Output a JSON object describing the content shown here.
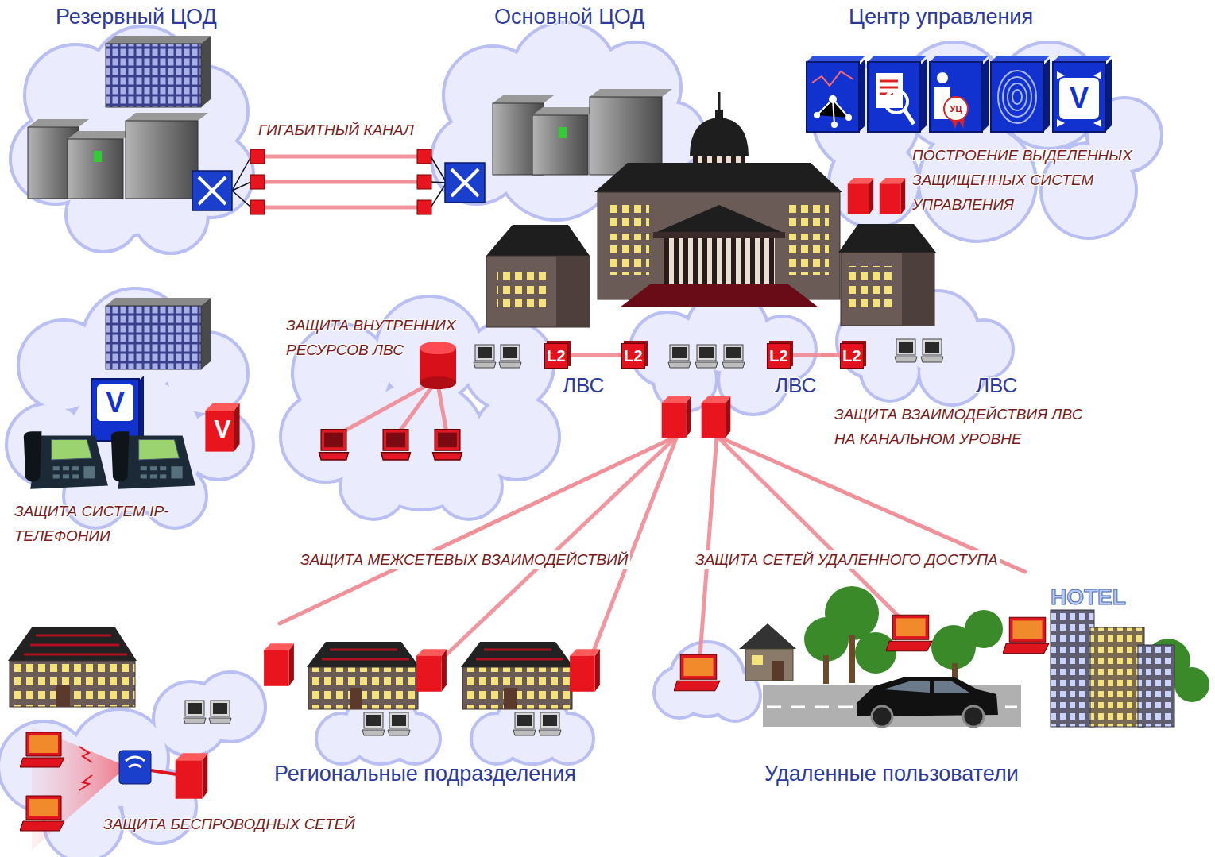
{
  "diagram": {
    "nodes": [
      {
        "text": [
          "Резервный ЦОД"
        ]
      },
      {
        "text": [
          "Основной ЦОД"
        ]
      },
      {
        "text": [
          "Центр управления",
          "ПОСТРОЕНИЕ ВЫДЕЛЕННЫХ ЗАЩИЩЕННЫХ СИСТЕМ УПРАВЛЕНИЯ"
        ]
      },
      {
        "text": [
          "ЗАЩИТА СИСТЕМ IP-ТЕЛЕФОНИИ"
        ]
      },
      {
        "text": [
          "ЗАЩИТА ВНУТРЕННИХ РЕСУРСОВ ЛВС",
          "ЛВС"
        ]
      },
      {
        "text": [
          "ЛВС"
        ]
      },
      {
        "text": [
          "ЛВС",
          "ЗАЩИТА ВЗАИМОДЕЙСТВИЯ ЛВС НА КАНАЛЬНОМ УРОВНЕ"
        ]
      },
      {
        "text": [
          "Региональные подразделения",
          "ЗАЩИТА БЕСПРОВОДНЫХ СЕТЕЙ"
        ]
      },
      {
        "text": [
          "Удаленные пользователи"
        ]
      }
    ],
    "edges": [
      {
        "from": 0,
        "to": 1,
        "label": "ГИГАБИТНЫЙ КАНАЛ",
        "arrow": "none"
      },
      {
        "from": 4,
        "to": 5,
        "arrow": "none"
      },
      {
        "from": 5,
        "to": 6,
        "arrow": "none"
      },
      {
        "from": 5,
        "to": 7,
        "label": "ЗАЩИТА МЕЖСЕТЕВЫХ ВЗАИМОДЕЙСТВИЙ",
        "arrow": "none"
      },
      {
        "from": 5,
        "to": 8,
        "label": "ЗАЩИТА СЕТЕЙ УДАЛЕННОГО ДОСТУПА",
        "arrow": "none"
      }
    ],
    "labels": [
      "УЦ",
      "V",
      "L2",
      "L2",
      "L2",
      "L2",
      "V",
      "V",
      "HOTEL"
    ]
  }
}
